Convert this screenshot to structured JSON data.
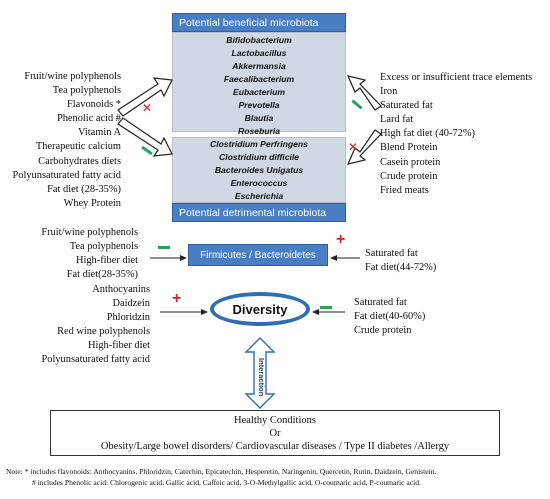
{
  "top_bar": {
    "label": "Potential beneficial microbiota"
  },
  "bottom_bar": {
    "label": "Potential detrimental microbiota"
  },
  "beneficial_bacteria": [
    "Bifidobacterium",
    "Lactobacillus",
    "Akkermansia",
    "Faecalibacterium",
    "Eubacterium",
    "Prevotella",
    "Blautia",
    "Roseburia"
  ],
  "detrimental_bacteria": [
    "Clostridium Perfringens",
    "Clostridium difficile",
    "Bacteroides Unigatus",
    "Enterococcus",
    "Escherichia"
  ],
  "left_factors": [
    "Fruit/wine polyphenols",
    "Tea polyphenols",
    "Flavonoids *",
    "Phenolic acid #",
    "Vitamin A",
    "Therapeutic calcium",
    "Carbohydrates diets",
    "Polyunsaturated fatty acid",
    "Fat diet (28-35%)",
    "Whey Protein"
  ],
  "right_factors": [
    "Excess or insufficient trace elements",
    "Iron",
    "Saturated fat",
    "Lard fat",
    "High fat diet (40-72%)",
    "Blend Protein",
    "Casein protein",
    "Crude protein",
    "Fried meats"
  ],
  "fb": {
    "label": "Firmicutes / Bacteroidetes",
    "left_items": [
      "Fruit/wine polyphenols",
      "Tea polyphenols",
      "High-fiber diet",
      "Fat diet(28-35%)"
    ],
    "right_items": [
      "Saturated fat",
      "Fat diet(44-72%)"
    ],
    "left_sign": "—",
    "right_sign": "+"
  },
  "diversity": {
    "label": "Diversity",
    "left_items": [
      "Anthocyanins",
      "Daidzein",
      "Phloridzin",
      "Red wine polyphenols",
      "High-fiber diet",
      "Polyunsaturated fatty acid"
    ],
    "right_items": [
      "Saturated fat",
      "Fat diet(40-60%)",
      "Crude protein"
    ],
    "left_sign": "+",
    "right_sign": "—"
  },
  "interaction_label": "Interaction",
  "outcome": {
    "line1": "Healthy Conditions",
    "line2": "Or",
    "line3": "Obesity/Large bowel disorders/ Cardiovascular diseases / Type II diabetes /Allergy"
  },
  "notes": {
    "line1": "Note: * includes flavonoids: Anthocyanins, Phloridzin, Catechin, Epicatechin, Hesperetin, Naringenin, Quercetin, Rutin, Daidzein, Genistein.",
    "line2": "# includes Phenolic acid: Chlorogenic acid, Gallic acid, Caffeic acid, 3-O-Methylgallic acid, O-coumaric acid, P-coumaric acid."
  },
  "colors": {
    "blue": "#4a7ec2",
    "panel": "#cfd8e3",
    "red": "#d62020",
    "green": "#27a35a",
    "ellipse": "#2f6db7"
  }
}
